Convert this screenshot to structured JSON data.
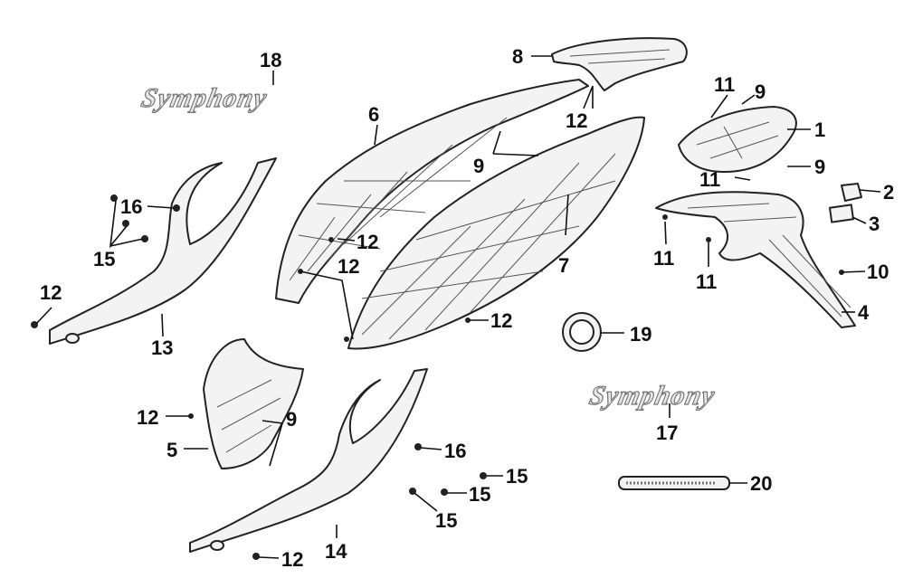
{
  "callouts": {
    "c1": "1",
    "c2": "2",
    "c3": "3",
    "c4": "4",
    "c5": "5",
    "c6": "6",
    "c7": "7",
    "c8": "8",
    "c9a": "9",
    "c9b": "9",
    "c9c": "9",
    "c9d": "9",
    "c10": "10",
    "c11a": "11",
    "c11b": "11",
    "c11c": "11",
    "c11d": "11",
    "c12a": "12",
    "c12b": "12",
    "c12c": "12",
    "c12d": "12",
    "c12e": "12",
    "c12f": "12",
    "c12g": "12",
    "c13": "13",
    "c14": "14",
    "c15a": "15",
    "c15b": "15",
    "c15c": "15",
    "c15d": "15",
    "c16a": "16",
    "c16b": "16",
    "c17": "17",
    "c18": "18",
    "c19": "19",
    "c20": "20"
  },
  "emblems": {
    "top_logo": "Symphony",
    "bottom_logo": "Symphony"
  }
}
